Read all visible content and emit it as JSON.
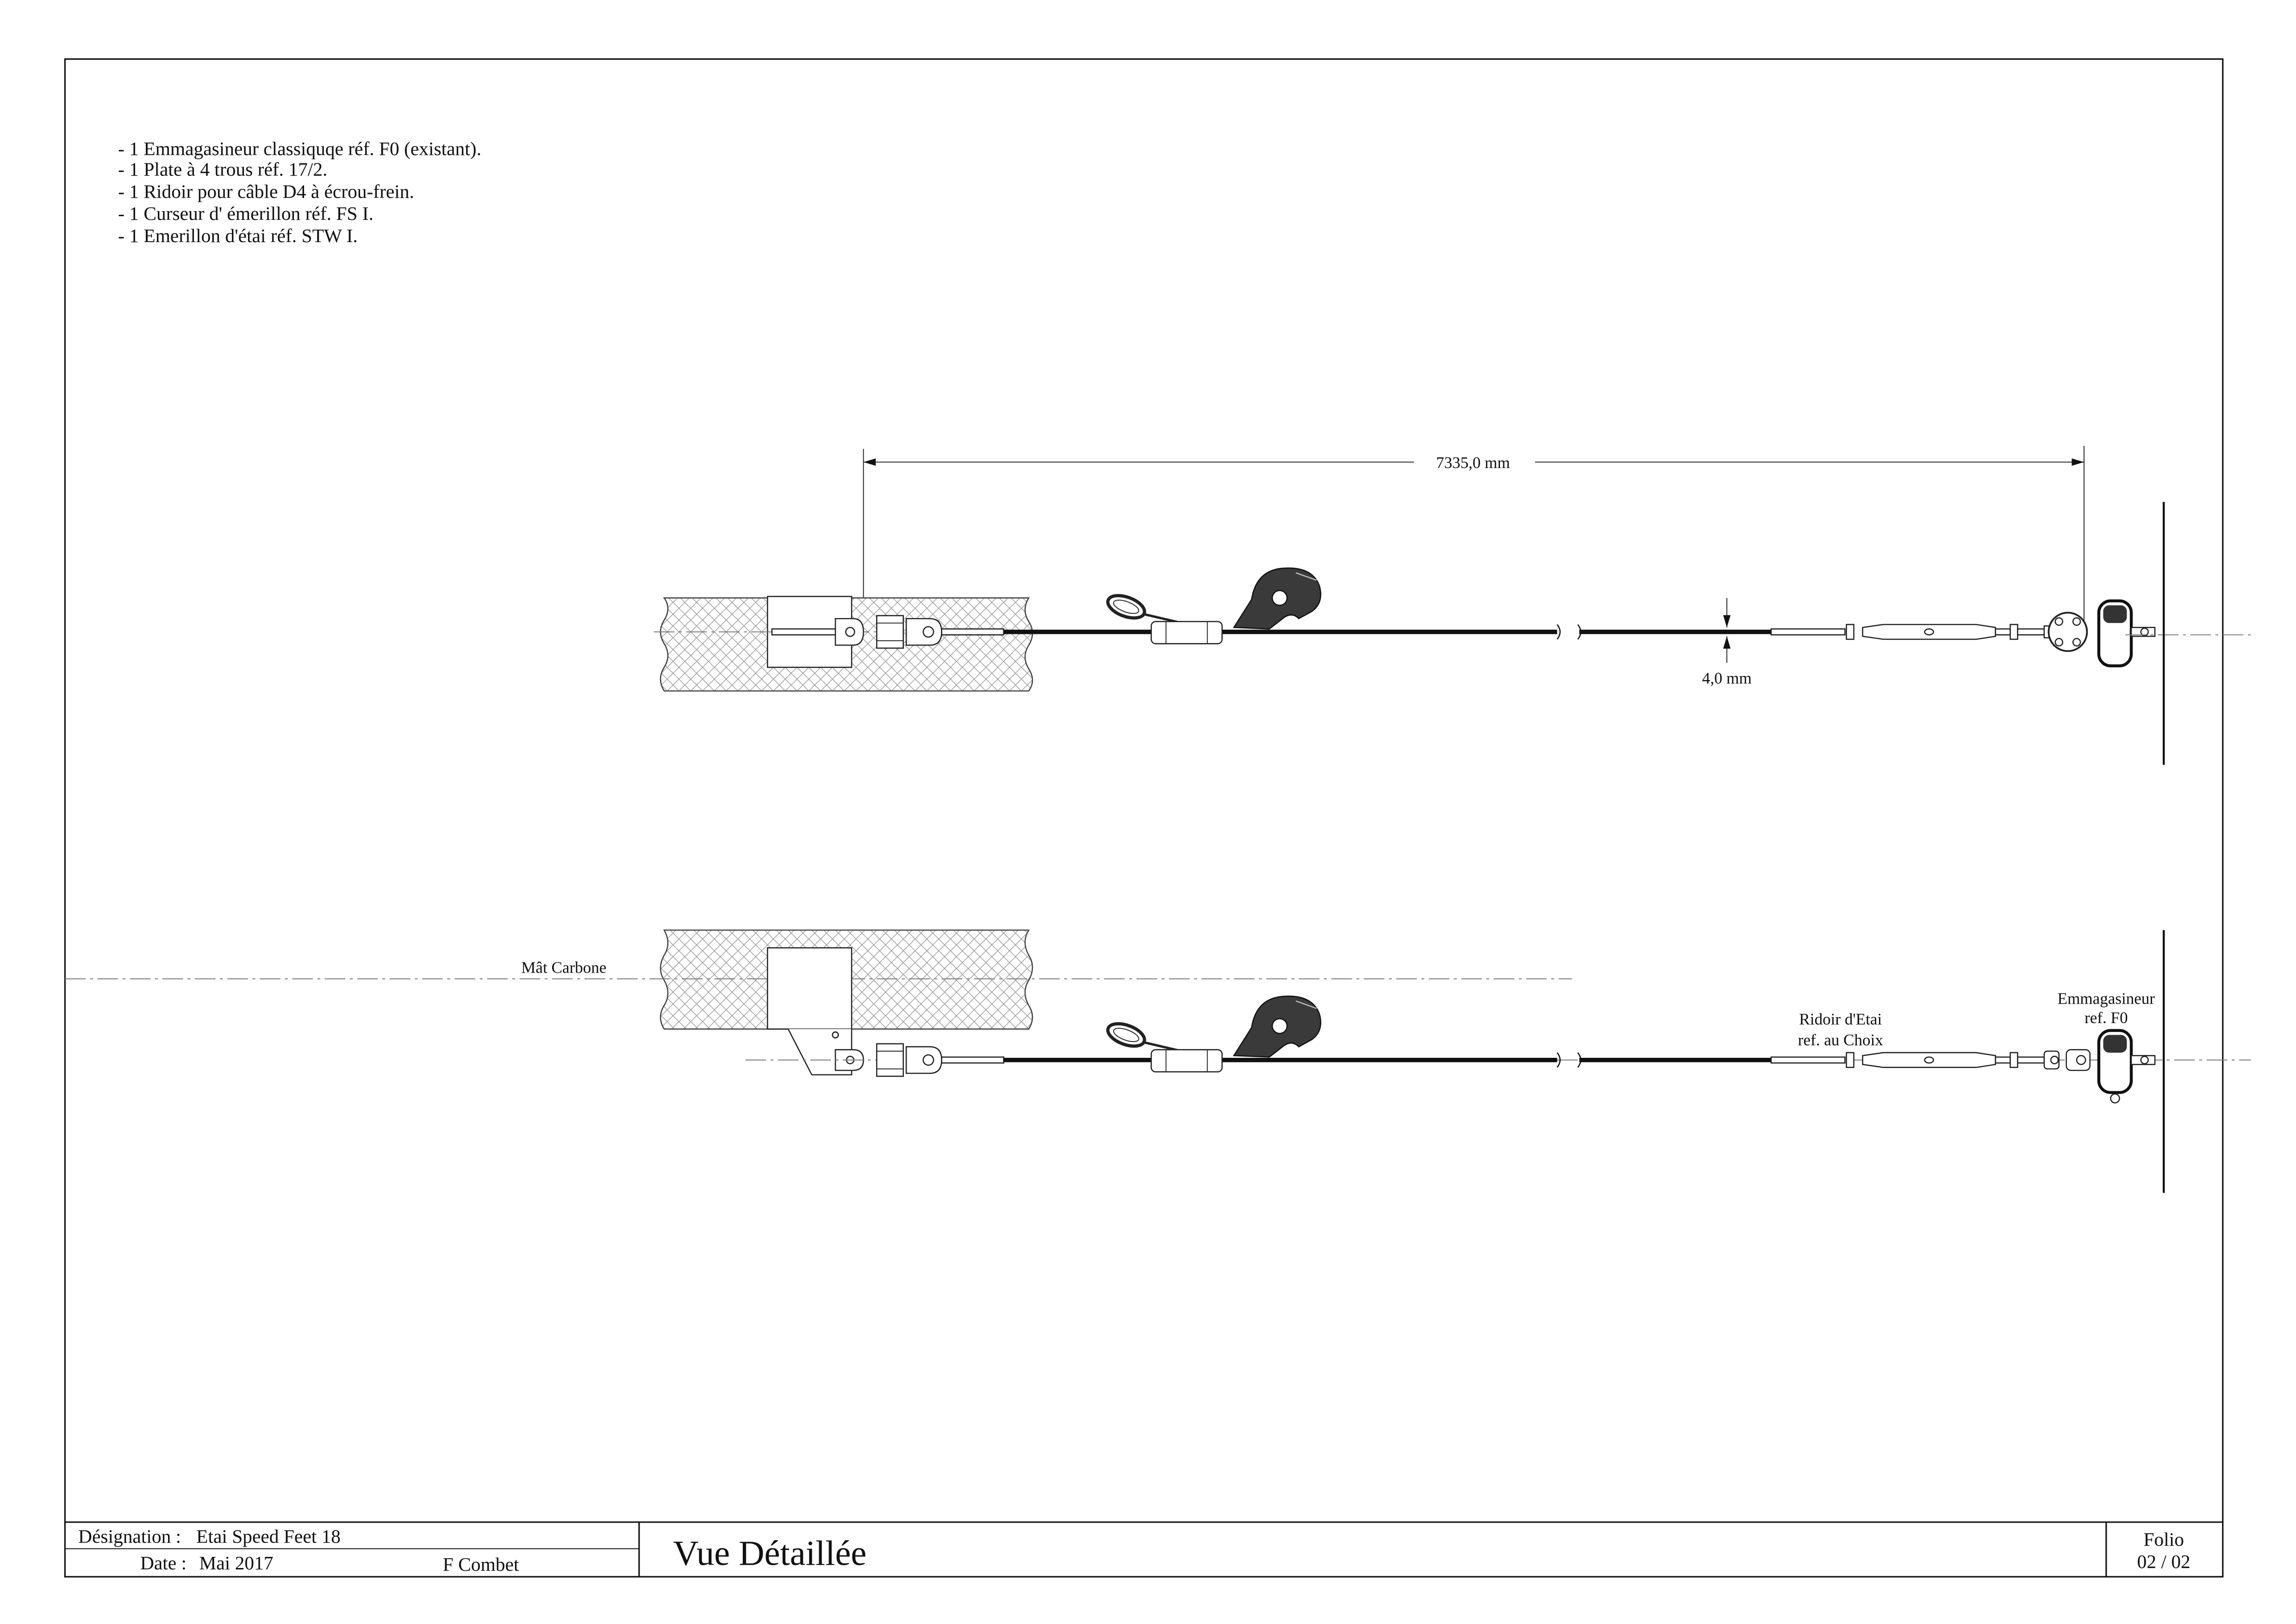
{
  "notes": [
    "- 1 Emmagasineur classiquqe réf. F0 (existant).",
    "- 1 Plate à 4 trous réf. 17/2.",
    "- 1 Ridoir pour câble D4 à écrou-frein.",
    "- 1 Curseur d' émerillon réf. FS I.",
    "- 1 Emerillon d'étai réf. STW I."
  ],
  "dimensions": {
    "stay_length": "7335,0 mm",
    "cable_diameter": "4,0 mm"
  },
  "labels": {
    "mast": "Mât Carbone",
    "turnbuckle_line1": "Ridoir d'Etai",
    "turnbuckle_line2": "ref. au Choix",
    "furler_line1": "Emmagasineur",
    "furler_line2": "ref. F0"
  },
  "title_block": {
    "designation_label": "Désignation :",
    "designation": "Etai Speed Feet 18",
    "date_label": "Date :",
    "date": "Mai 2017",
    "author": "F Combet",
    "view_title": "Vue Détaillée",
    "folio_label": "Folio",
    "folio": "02 / 02"
  }
}
